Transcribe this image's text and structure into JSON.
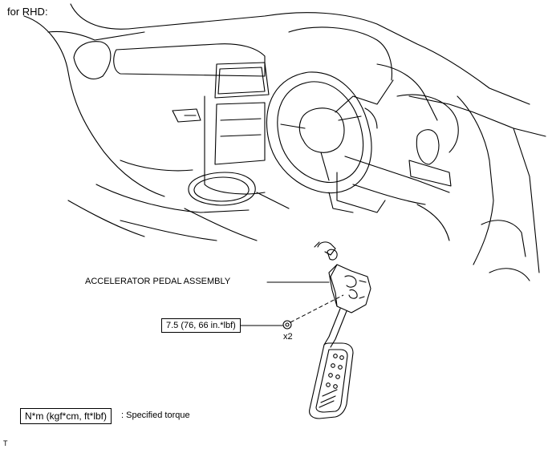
{
  "variant_label": "for RHD:",
  "callouts": {
    "pedal_assembly": "ACCELERATOR PEDAL ASSEMBLY",
    "torque_value": "7.5 (76, 66 in.*lbf)",
    "quantity": "x2"
  },
  "legend": {
    "box_label": "N*m (kgf*cm, ft*lbf)",
    "description": ": Specified torque"
  },
  "footer_mark": "T"
}
